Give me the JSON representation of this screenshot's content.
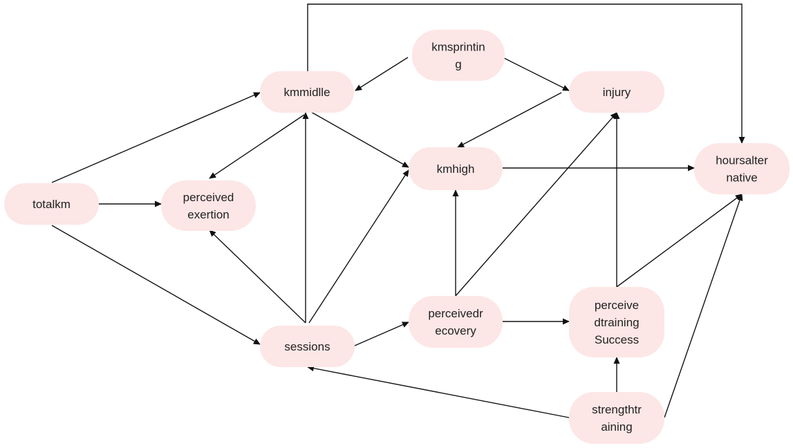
{
  "nodes": [
    {
      "id": "kmsprinting",
      "lines": [
        "kmsprintin",
        "g"
      ]
    },
    {
      "id": "kmmidlle",
      "lines": [
        "kmmidlle"
      ]
    },
    {
      "id": "injury",
      "lines": [
        "injury"
      ]
    },
    {
      "id": "kmhigh",
      "lines": [
        "kmhigh"
      ]
    },
    {
      "id": "hoursalternative",
      "lines": [
        "hoursalter",
        "native"
      ]
    },
    {
      "id": "totalkm",
      "lines": [
        "totalkm"
      ]
    },
    {
      "id": "perceivedexertion",
      "lines": [
        "perceived",
        "exertion"
      ]
    },
    {
      "id": "sessions",
      "lines": [
        "sessions"
      ]
    },
    {
      "id": "perceivedrecovery",
      "lines": [
        "perceivedr",
        "ecovery"
      ]
    },
    {
      "id": "perceivedtrainingsuccess",
      "lines": [
        "perceive",
        "dtraining",
        "Success"
      ]
    },
    {
      "id": "strengthtraining",
      "lines": [
        "strengthtr",
        "aining"
      ]
    }
  ],
  "edges": [
    {
      "from": "kmsprinting",
      "to": "kmmidlle"
    },
    {
      "from": "kmsprinting",
      "to": "injury"
    },
    {
      "from": "kmmidlle",
      "to": "hoursalternative"
    },
    {
      "from": "kmmidlle",
      "to": "perceivedexertion"
    },
    {
      "from": "kmmidlle",
      "to": "kmhigh"
    },
    {
      "from": "injury",
      "to": "kmhigh"
    },
    {
      "from": "kmhigh",
      "to": "hoursalternative"
    },
    {
      "from": "totalkm",
      "to": "kmmidlle"
    },
    {
      "from": "totalkm",
      "to": "perceivedexertion"
    },
    {
      "from": "totalkm",
      "to": "sessions"
    },
    {
      "from": "sessions",
      "to": "perceivedexertion"
    },
    {
      "from": "sessions",
      "to": "kmmidlle"
    },
    {
      "from": "sessions",
      "to": "kmhigh"
    },
    {
      "from": "sessions",
      "to": "perceivedrecovery"
    },
    {
      "from": "perceivedrecovery",
      "to": "kmhigh"
    },
    {
      "from": "perceivedrecovery",
      "to": "injury"
    },
    {
      "from": "perceivedrecovery",
      "to": "perceivedtrainingsuccess"
    },
    {
      "from": "perceivedtrainingsuccess",
      "to": "injury"
    },
    {
      "from": "perceivedtrainingsuccess",
      "to": "hoursalternative"
    },
    {
      "from": "strengthtraining",
      "to": "perceivedtrainingsuccess"
    },
    {
      "from": "strengthtraining",
      "to": "sessions"
    },
    {
      "from": "strengthtraining",
      "to": "hoursalternative"
    }
  ]
}
